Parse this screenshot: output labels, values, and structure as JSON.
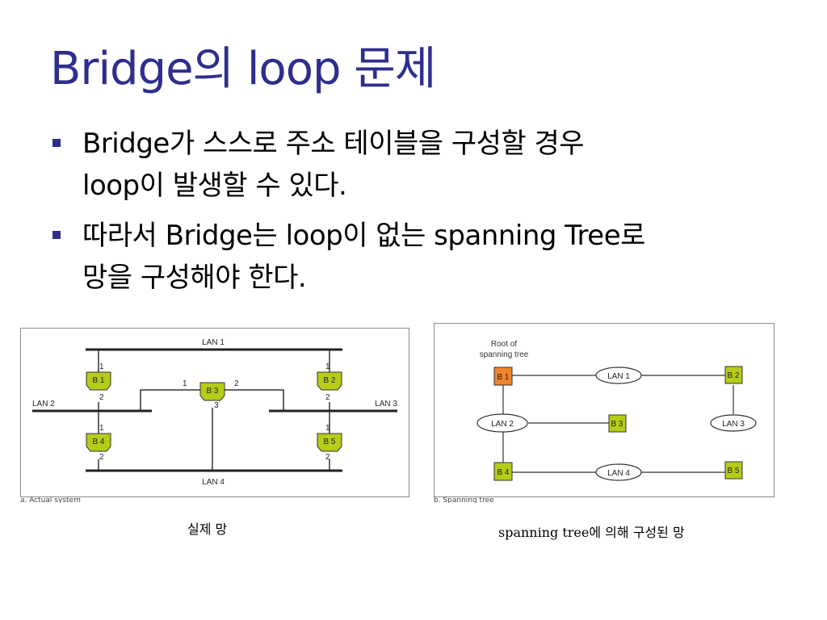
{
  "slide": {
    "title": "Bridge의 loop 문제",
    "bullets": [
      {
        "lines": [
          "Bridge가 스스로 주소 테이블을 구성할 경우",
          "loop이 발생할 수 있다."
        ]
      },
      {
        "lines": [
          "따라서 Bridge는 loop이 없는 spanning Tree로",
          "망을 구성해야 한다."
        ]
      }
    ],
    "captions": {
      "actual": "실제 망",
      "spanning": "spanning tree에 의해 구성된 망"
    },
    "colors": {
      "title": "#2e2e8f",
      "bridge_fill": "#b5cc18",
      "root_fill": "#f0852d"
    }
  },
  "figure_a": {
    "sub_caption": "a. Actual system",
    "lans": {
      "lan1": "LAN 1",
      "lan2": "LAN 2",
      "lan3": "LAN 3",
      "lan4": "LAN 4"
    },
    "bridges": {
      "b1": "B 1",
      "b2": "B 2",
      "b3": "B 3",
      "b4": "B 4",
      "b5": "B 5"
    },
    "ports": {
      "p1": "1",
      "p2": "2",
      "p3": "3"
    }
  },
  "figure_b": {
    "sub_caption": "b. Spanning tree",
    "root_label_line1": "Root of",
    "root_label_line2": "spanning tree",
    "lans": {
      "lan1": "LAN 1",
      "lan2": "LAN 2",
      "lan3": "LAN 3",
      "lan4": "LAN 4"
    },
    "bridges": {
      "b1": "B 1",
      "b2": "B 2",
      "b3": "B 3",
      "b4": "B 4",
      "b5": "B 5"
    }
  }
}
